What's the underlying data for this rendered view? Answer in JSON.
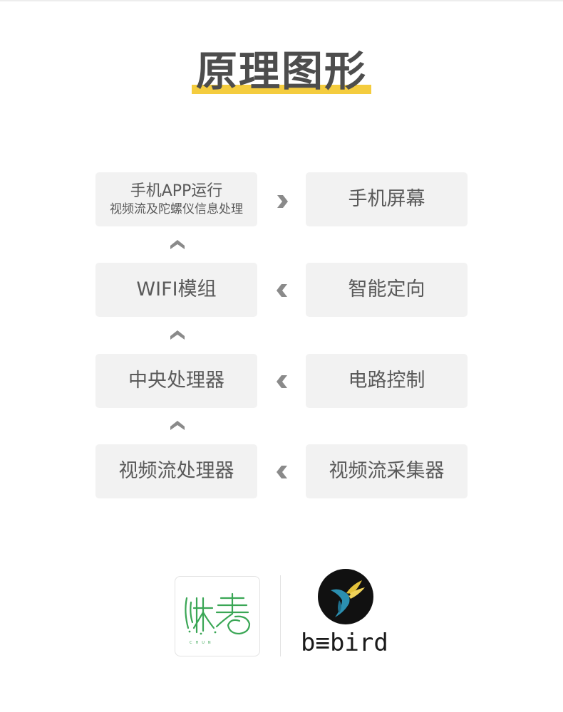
{
  "title": "原理图形",
  "boxes": {
    "phone_app": {
      "line1": "手机APP运行",
      "line2": "视频流及陀螺仪信息处理"
    },
    "phone_screen": "手机屏幕",
    "wifi_module": "WIFI模组",
    "smart_orientation": "智能定向",
    "cpu": "中央处理器",
    "circuit_control": "电路控制",
    "video_processor": "视频流处理器",
    "video_collector": "视频流采集器"
  },
  "colors": {
    "title_underline": "#f4cc3e",
    "box_bg": "#f2f2f2",
    "arrow": "#8a8a8a",
    "logo_green": "#3aa655"
  },
  "logos": {
    "left_logo_icon": "chun-logo-green",
    "right_logo_icon": "bird-logo",
    "brand_name": "b≡bird"
  }
}
